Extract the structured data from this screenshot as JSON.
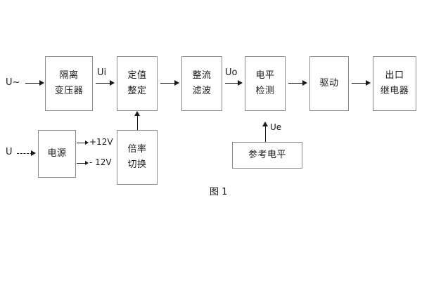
{
  "diagram": {
    "caption": "图 1",
    "blocks": [
      {
        "id": "isolation-transformer",
        "lines": [
          "隔离",
          "变压器"
        ]
      },
      {
        "id": "setting-value",
        "lines": [
          "定值",
          "整定"
        ]
      },
      {
        "id": "rectify-filter",
        "lines": [
          "整流",
          "滤波"
        ]
      },
      {
        "id": "level-detect",
        "lines": [
          "电平",
          "检测"
        ]
      },
      {
        "id": "drive",
        "lines": [
          "驱动"
        ]
      },
      {
        "id": "output-relay",
        "lines": [
          "出口",
          "继电器"
        ]
      },
      {
        "id": "power-supply",
        "lines": [
          "电源"
        ]
      },
      {
        "id": "multiplier-switch",
        "lines": [
          "倍率",
          "切换"
        ]
      },
      {
        "id": "reference-level",
        "lines": [
          "参考电平"
        ]
      }
    ],
    "signals": {
      "input_ac": "U~",
      "input_dc": "U",
      "ui": "Ui",
      "uo": "Uo",
      "ue": "Ue",
      "rail_pos": "+12V",
      "rail_neg": "- 12V"
    }
  },
  "colors": {
    "box_border": "#8c8c8c",
    "line": "#1a1a1a",
    "text": "#1a1a1a",
    "background": "#ffffff"
  }
}
